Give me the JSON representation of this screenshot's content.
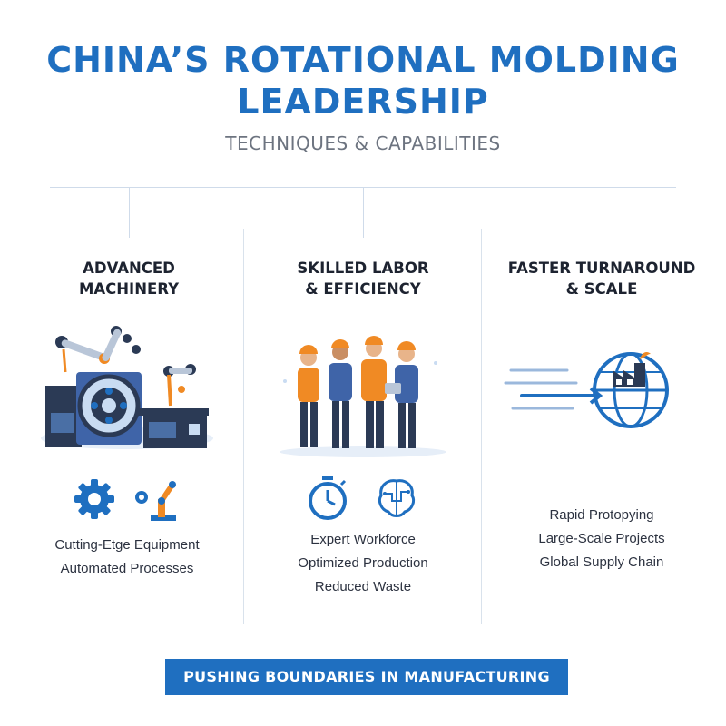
{
  "title": {
    "line1": "CHINA’S ROTATIONAL MOLDING",
    "line2": "LEADERSHIP"
  },
  "subtitle": "TECHNIQUES & CAPABILITIES",
  "columns": [
    {
      "heading_line1": "ADVANCED",
      "heading_line2": "MACHINERY",
      "icons": [
        "gear-icon",
        "robot-arm-icon"
      ],
      "features": [
        "Cutting-Etge Equipment",
        "Automated Processes"
      ]
    },
    {
      "heading_line1": "SKILLED LABOR",
      "heading_line2": "& EFFICIENCY",
      "icons": [
        "stopwatch-icon",
        "brain-icon"
      ],
      "features": [
        "Expert Workforce",
        "Optimized Production",
        "Reduced Waste"
      ]
    },
    {
      "heading_line1": "FASTER TURNAROUND",
      "heading_line2": "& SCALE",
      "icons": [
        "globe-factory-icon"
      ],
      "features": [
        "Rapid Protopying",
        "Large-Scale Projects",
        "Global Supply Chain"
      ]
    }
  ],
  "banner": "PUSHING BOUNDARIES IN MANUFACTURING",
  "colors": {
    "primary": "#1f6fc0",
    "accent": "#f08a24",
    "dark": "#2b3a55",
    "light_blue": "#c9dcf2"
  }
}
